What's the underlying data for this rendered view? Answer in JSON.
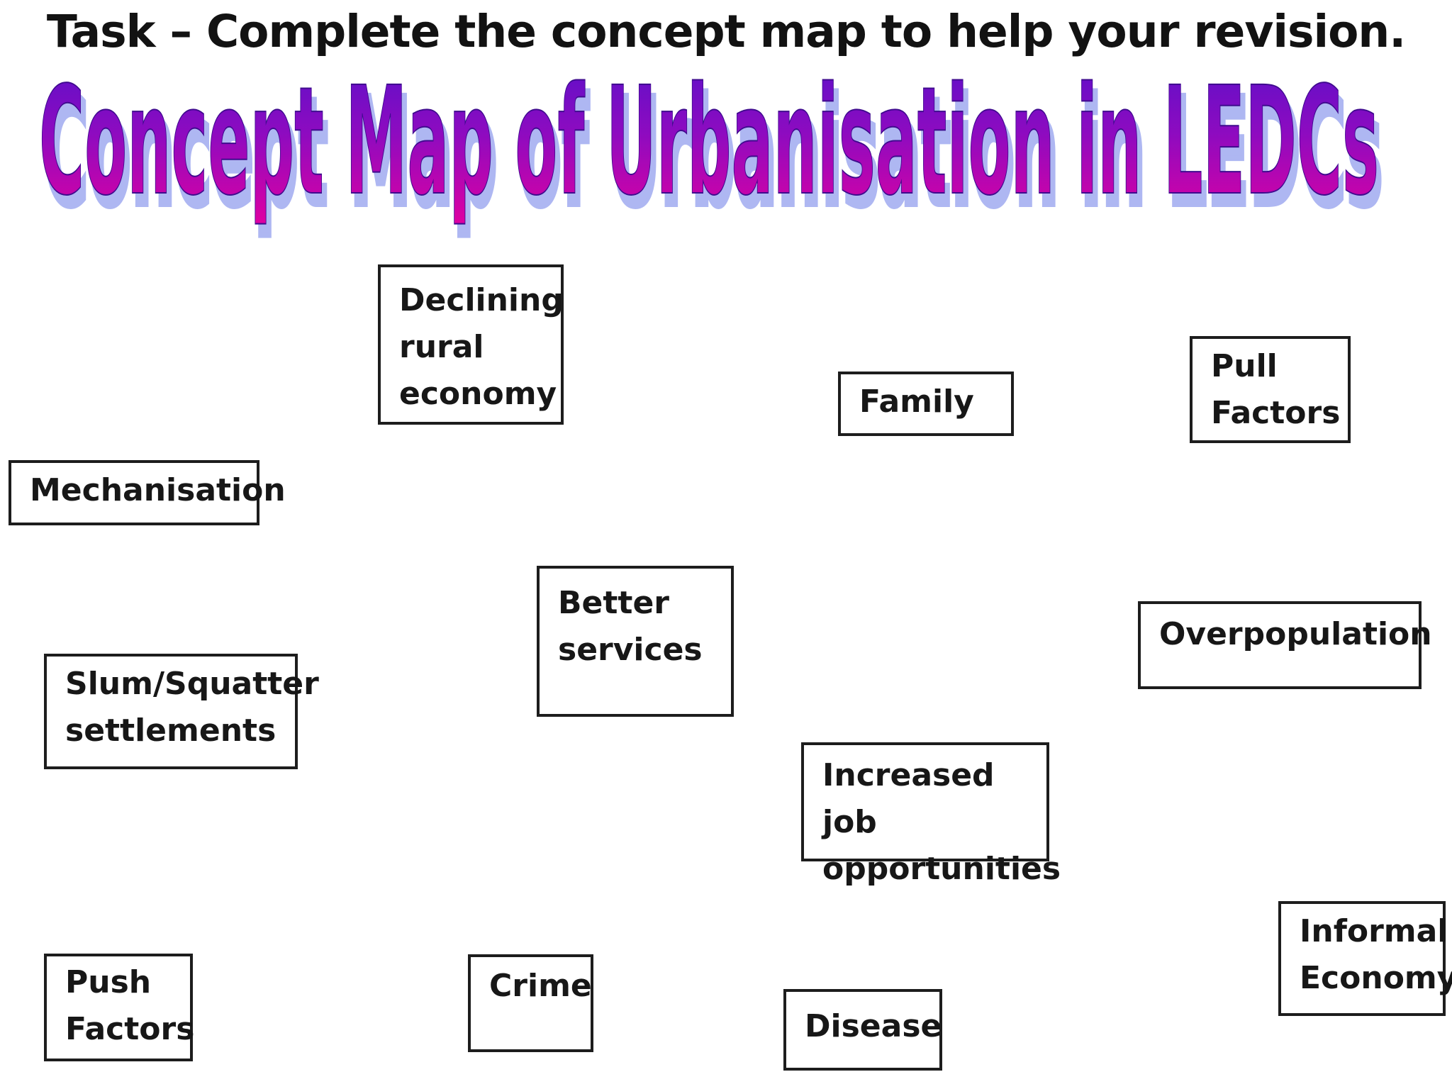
{
  "title": {
    "task": "Task – Complete the concept map to help your revision.",
    "wordart": "Concept Map of Urbanisation in LEDCs"
  },
  "colors": {
    "background": "#ffffff",
    "heading_text": "#121212",
    "box_border": "#1d1d1d",
    "box_text": "#171717",
    "wordart_top": "#5a10c9",
    "wordart_mid": "#8d0bc0",
    "wordart_bottom": "#e300a0",
    "wordart_outline": "#3f0b8e",
    "wordart_shadow": "#aeb7f2"
  },
  "boxes": [
    {
      "name": "declining-rural-economy",
      "label": "Declining rural economy",
      "display": "Declining\nrural\neconomy"
    },
    {
      "name": "family",
      "label": "Family",
      "display": "Family"
    },
    {
      "name": "pull-factors",
      "label": "Pull Factors",
      "display": "Pull\nFactors"
    },
    {
      "name": "mechanisation",
      "label": "Mechanisation",
      "display": "Mechanisation"
    },
    {
      "name": "better-services",
      "label": "Better services",
      "display": "Better\nservices"
    },
    {
      "name": "overpopulation",
      "label": "Overpopulation",
      "display": "Overpopulation"
    },
    {
      "name": "slum-squatter-settlements",
      "label": "Slum/Squatter settlements",
      "display": "Slum/Squatter\nsettlements"
    },
    {
      "name": "increased-job-opportunities",
      "label": "Increased job opportunities",
      "display": "Increased job\nopportunities"
    },
    {
      "name": "informal-economy",
      "label": "Informal Economy",
      "display": "Informal\nEconomy"
    },
    {
      "name": "push-factors",
      "label": "Push Factors",
      "display": "Push\nFactors"
    },
    {
      "name": "crime",
      "label": "Crime",
      "display": "Crime"
    },
    {
      "name": "disease",
      "label": "Disease",
      "display": "Disease"
    }
  ]
}
